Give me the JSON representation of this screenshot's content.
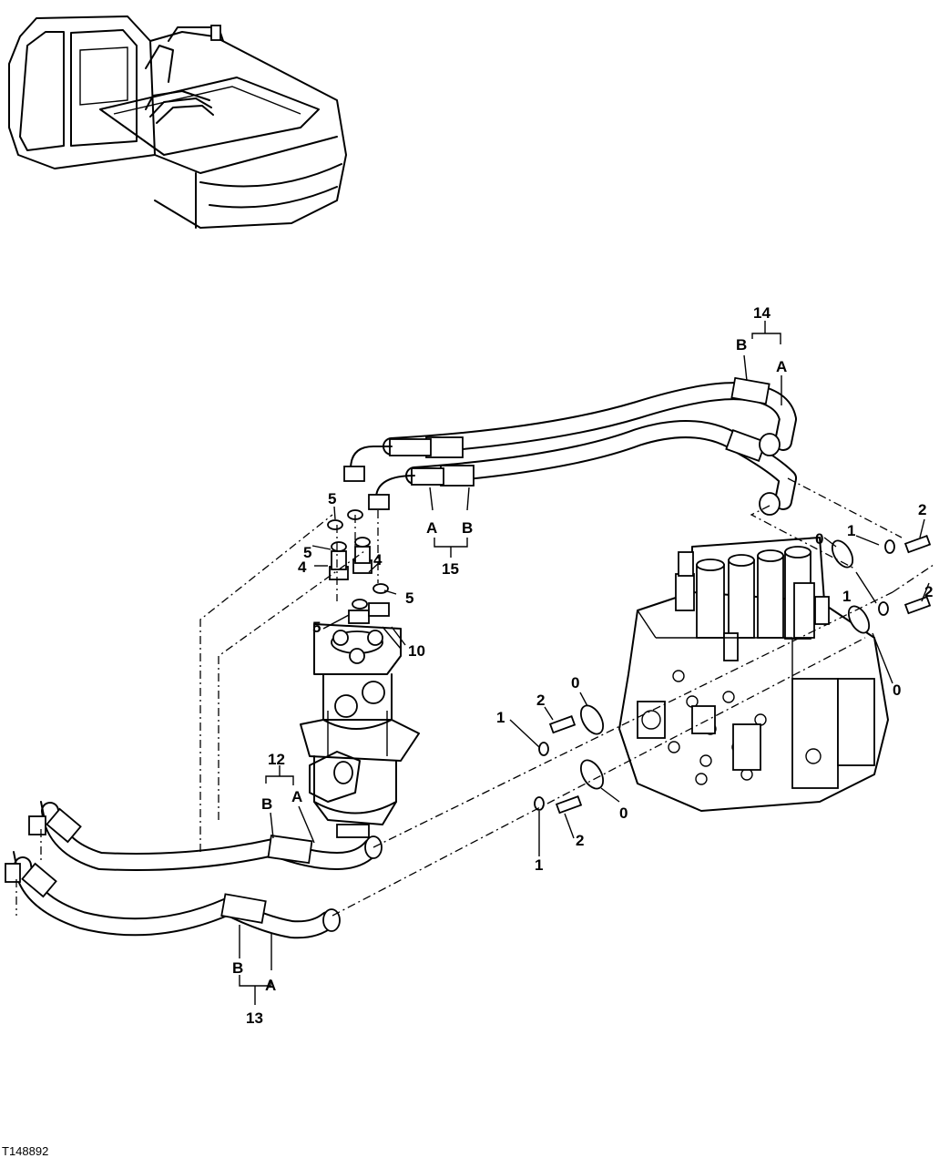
{
  "figure_id": "T148892",
  "callouts": {
    "c14": "14",
    "c14_b": "B",
    "c14_a": "A",
    "c15": "15",
    "c15_a": "A",
    "c15_b": "B",
    "c12": "12",
    "c12_b": "B",
    "c12_a": "A",
    "c13": "13",
    "c13_b": "B",
    "c13_a": "A",
    "c10": "10",
    "c4_left": "4",
    "c4_right": "4",
    "c5_top": "5",
    "c5_left": "5",
    "c5_right": "5",
    "c5_bottom": "5",
    "c1_upper_right": "1",
    "c1_mid_right": "1",
    "c1_center": "1",
    "c1_bottom": "1",
    "c2_upper_right": "2",
    "c2_mid_right": "2",
    "c2_center": "2",
    "c2_bottom": "2",
    "c0_upper_right": "0",
    "c0_mid_right": "0",
    "c0_center": "0",
    "c0_bottom": "0"
  }
}
